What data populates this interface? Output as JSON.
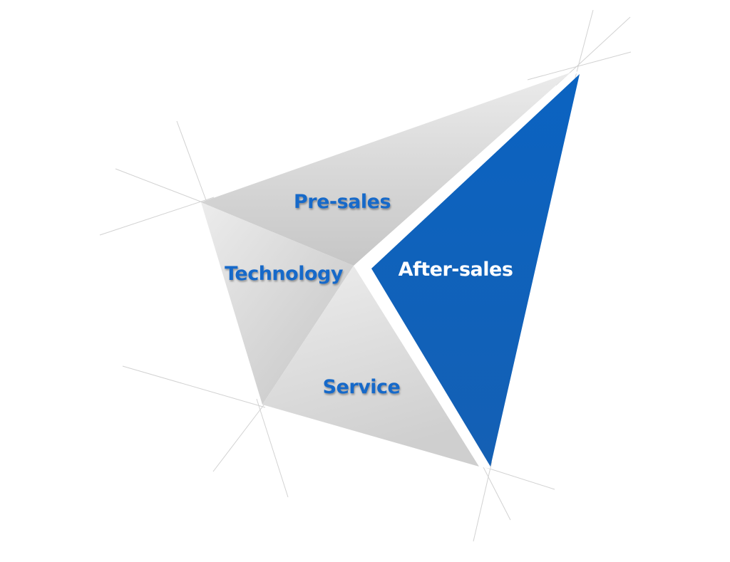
{
  "diagram": {
    "segments": [
      {
        "id": "pre-sales",
        "label": "Pre-sales"
      },
      {
        "id": "technology",
        "label": "Technology"
      },
      {
        "id": "service",
        "label": "Service"
      },
      {
        "id": "after-sales",
        "label": "After-sales",
        "highlighted": true
      }
    ],
    "colors": {
      "highlight_fill": "#0f62bd",
      "label_blue": "#1769c9",
      "label_white": "#ffffff",
      "segment_gray_light": "#e9e9e9",
      "segment_gray_dark": "#c8c8c8",
      "guide_lines": "#d2d2d2"
    }
  }
}
